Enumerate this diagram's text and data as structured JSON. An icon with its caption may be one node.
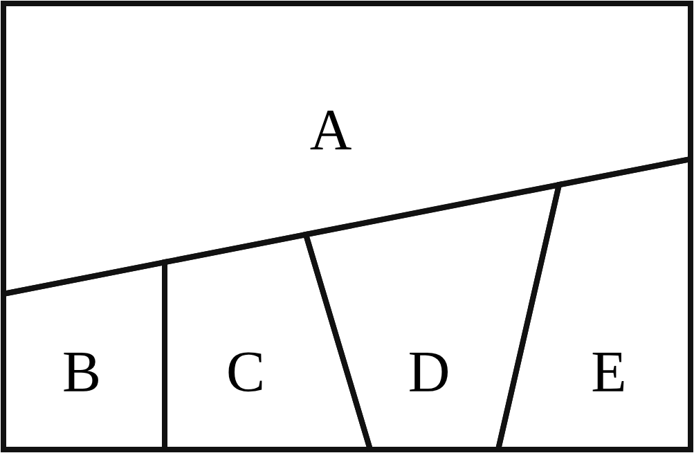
{
  "diagram": {
    "nodes": [
      {
        "text": [
          "A"
        ]
      },
      {
        "text": [
          "B"
        ]
      },
      {
        "text": [
          "C"
        ]
      },
      {
        "text": [
          "D"
        ]
      },
      {
        "text": [
          "E"
        ]
      }
    ]
  }
}
